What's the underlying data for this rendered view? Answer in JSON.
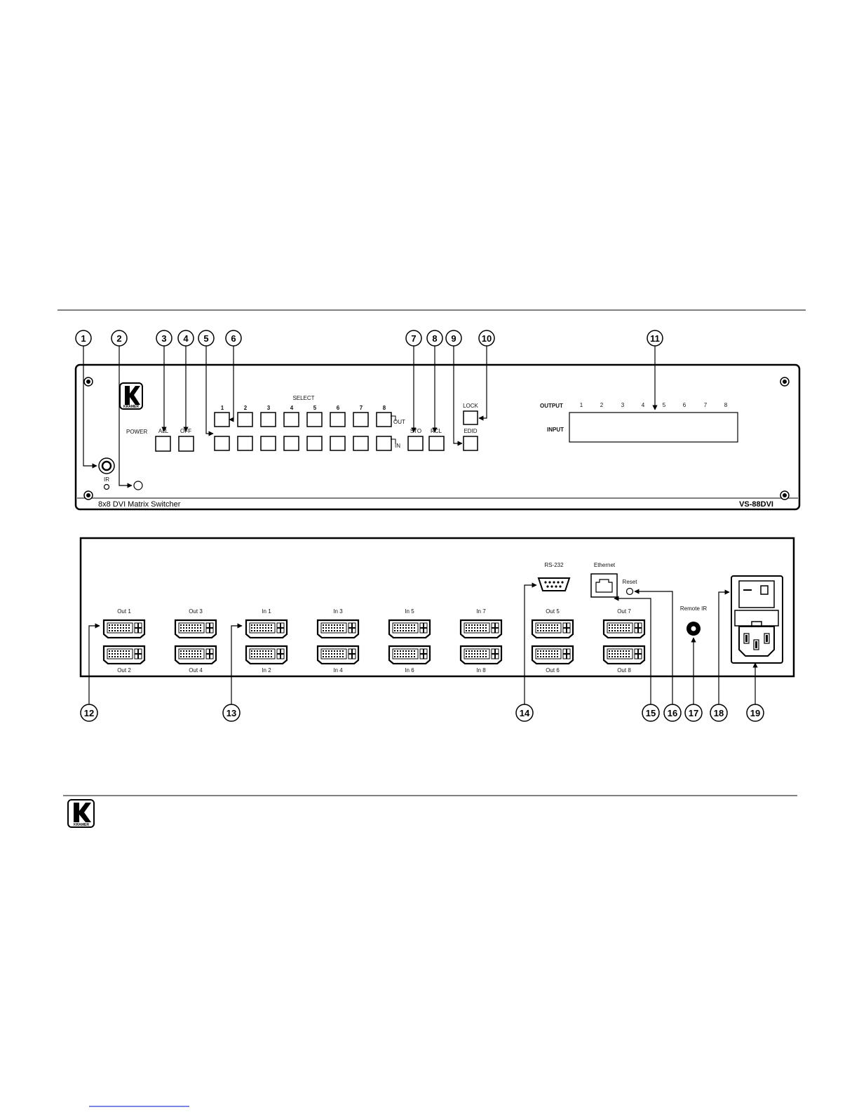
{
  "front_panel": {
    "logo_text": "KRAMER",
    "power_label": "POWER",
    "all_label": "ALL",
    "off_label": "OFF",
    "select_label": "SELECT",
    "select_numbers": [
      "1",
      "2",
      "3",
      "4",
      "5",
      "6",
      "7",
      "8"
    ],
    "out_label": "OUT",
    "in_label": "IN",
    "sto_label": "STO",
    "rcl_label": "RCL",
    "lock_label": "LOCK",
    "edid_label": "EDID",
    "output_label": "OUTPUT",
    "input_label": "INPUT",
    "output_numbers": [
      "1",
      "2",
      "3",
      "4",
      "5",
      "6",
      "7",
      "8"
    ],
    "ir_label": "IR",
    "description": "8x8 DVI Matrix Switcher",
    "model": "VS-88DVI"
  },
  "rear_panel": {
    "top_labels": [
      "Out 1",
      "Out 3",
      "In 1",
      "In 3",
      "In 5",
      "In 7",
      "Out 5",
      "Out 7"
    ],
    "bottom_labels": [
      "Out 2",
      "Out 4",
      "In 2",
      "In 4",
      "In 6",
      "In 8",
      "Out 6",
      "Out 8"
    ],
    "rs232_label": "RS-232",
    "ethernet_label": "Ethernet",
    "reset_label": "Reset",
    "remote_ir_label": "Remote IR"
  },
  "callouts_front": [
    "1",
    "2",
    "3",
    "4",
    "5",
    "6",
    "7",
    "8",
    "9",
    "10",
    "11"
  ],
  "callouts_rear": [
    "12",
    "13",
    "14",
    "15",
    "16",
    "17",
    "18",
    "19"
  ],
  "footer": {
    "logo_text": "KRAMER"
  }
}
